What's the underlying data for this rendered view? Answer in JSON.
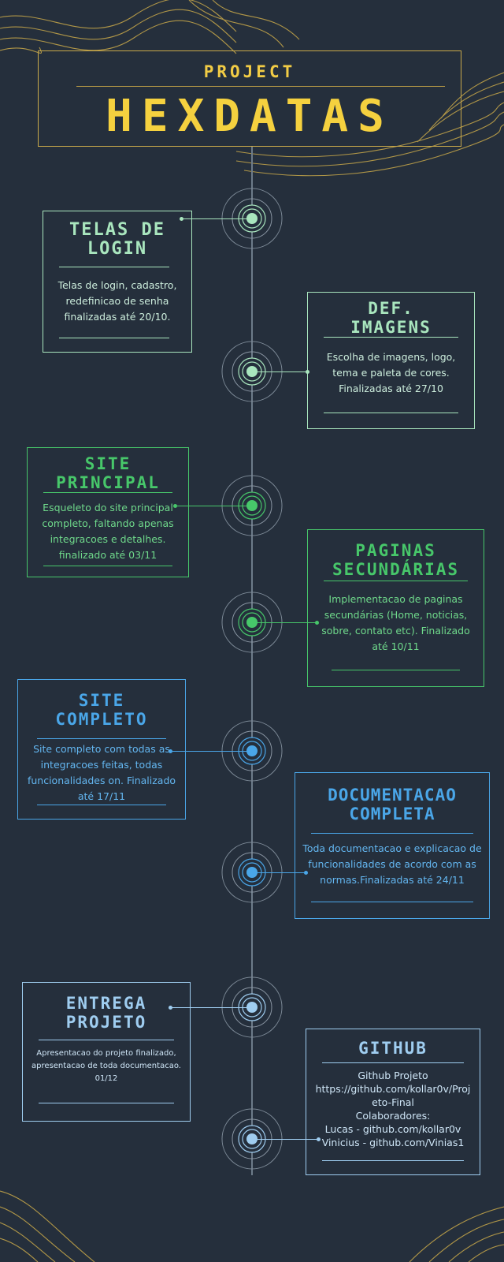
{
  "header": {
    "subtitle": "PROJECT",
    "title": "HEXDATAS"
  },
  "colors": {
    "background": "#252f3c",
    "gold": "#f2cc45",
    "mint": "#a9e6be",
    "green": "#47c76a",
    "blue": "#4aa6e8",
    "lightblue": "#9fcdf0",
    "spine": "#6d7b89"
  },
  "milestones": [
    {
      "title_line1": "TELAS DE",
      "title_line2": "LOGIN",
      "description": "Telas de login, cadastro, redefinicao de senha finalizadas até 20/10.",
      "color": "#a9e6be",
      "side": "left"
    },
    {
      "title_line1": "DEF.",
      "title_line2": "IMAGENS",
      "description": "Escolha de imagens, logo, tema e paleta de cores. Finalizadas até 27/10",
      "color": "#a9e6be",
      "side": "right"
    },
    {
      "title_line1": "SITE",
      "title_line2": "PRINCIPAL",
      "description": "Esqueleto do site principal completo, faltando apenas integracoes e detalhes. finalizado até 03/11",
      "color": "#47c76a",
      "side": "left"
    },
    {
      "title_line1": "PAGINAS",
      "title_line2": "SECUNDÁRIAS",
      "description": "Implementacao de paginas secundárias (Home, noticias, sobre, contato etc). Finalizado até 10/11",
      "color": "#47c76a",
      "side": "right"
    },
    {
      "title_line1": "SITE",
      "title_line2": "COMPLETO",
      "description": "Site completo com todas as integracoes feitas, todas funcionalidades on. Finalizado até 17/11",
      "color": "#4aa6e8",
      "side": "left"
    },
    {
      "title_line1": "DOCUMENTACAO",
      "title_line2": "COMPLETA",
      "description": "Toda documentacao e explicacao de funcionalidades de acordo com as normas.Finalizadas até 24/11",
      "color": "#4aa6e8",
      "side": "right"
    },
    {
      "title_line1": "ENTREGA",
      "title_line2": "PROJETO",
      "description": "Apresentacao do projeto finalizado, apresentacao de toda documentacao. 01/12",
      "color": "#9fcdf0",
      "side": "left"
    },
    {
      "title_line1": "GITHUB",
      "title_line2": "",
      "description": "Github Projeto https://github.com/kollar0v/Projeto-Final Colaboradores: Lucas - github.com/kollar0v Vinicius - github.com/Vinias1",
      "color": "#9fcdf0",
      "side": "right"
    }
  ],
  "github": {
    "line1": "Github Projeto",
    "line2": "https://github.com/kollar0v/Proj",
    "line3": "eto-Final",
    "line4": "Colaboradores:",
    "line5": "Lucas - github.com/kollar0v",
    "line6": "Vinicius - github.com/Vinias1"
  }
}
